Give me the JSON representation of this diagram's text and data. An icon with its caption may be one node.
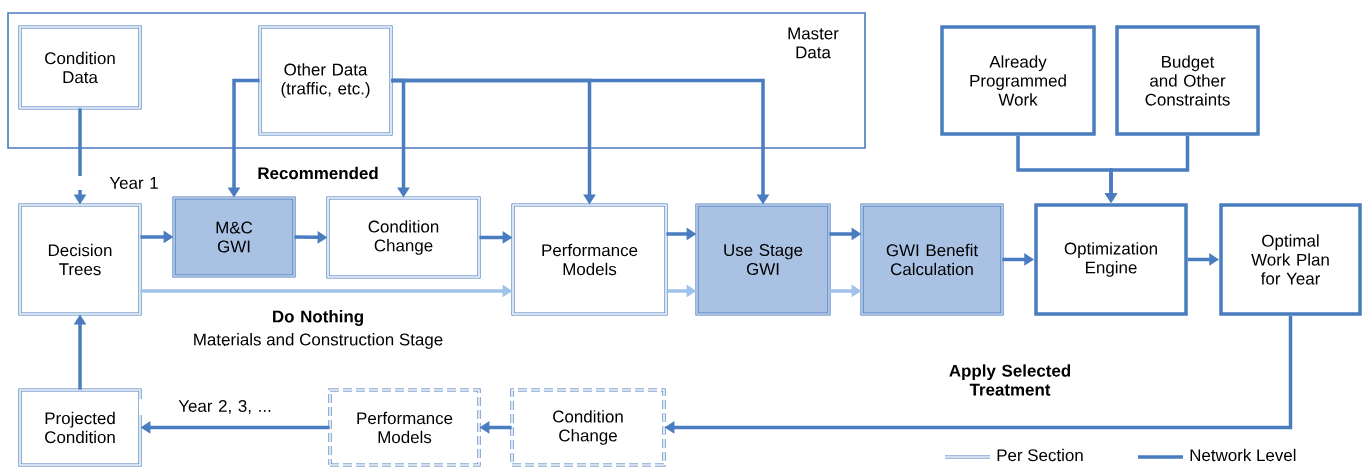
{
  "diagram": {
    "nodes": [
      {
        "text": [
          "Master Data"
        ]
      },
      {
        "text": [
          "Condition Data"
        ],
        "in": 0
      },
      {
        "text": [
          "Other Data (traffic, etc.)"
        ],
        "in": 0
      },
      {
        "text": [
          "Decision Trees"
        ]
      },
      {
        "text": [
          "M&C GWI"
        ]
      },
      {
        "text": [
          "Condition Change"
        ]
      },
      {
        "text": [
          "Performance Models"
        ]
      },
      {
        "text": [
          "Use Stage GWI"
        ]
      },
      {
        "text": [
          "GWI Benefit Calculation"
        ]
      },
      {
        "text": [
          "Already Programmed Work"
        ]
      },
      {
        "text": [
          "Budget and Other Constraints"
        ]
      },
      {
        "text": [
          "Optimization Engine"
        ]
      },
      {
        "text": [
          "Optimal Work Plan for Year"
        ]
      },
      {
        "text": [
          "Projected Condition"
        ]
      },
      {
        "text": [
          "Performance Models"
        ]
      },
      {
        "text": [
          "Condition Change"
        ]
      }
    ],
    "edges": [
      {
        "from": 1,
        "to": 3,
        "arrow": "to",
        "label": "Year 1"
      },
      {
        "from": 2,
        "to": 4,
        "arrow": "to"
      },
      {
        "from": 2,
        "to": 5,
        "arrow": "to"
      },
      {
        "from": 2,
        "to": 6,
        "arrow": "to"
      },
      {
        "from": 2,
        "to": 7,
        "arrow": "to"
      },
      {
        "from": 3,
        "to": 4,
        "arrow": "to"
      },
      {
        "from": 4,
        "to": 5,
        "arrow": "to"
      },
      {
        "from": 5,
        "to": 6,
        "arrow": "to"
      },
      {
        "from": 3,
        "to": 6,
        "arrow": "to",
        "color": "#9fc3ea",
        "label": "Do Nothing"
      },
      {
        "from": 6,
        "to": 7,
        "arrow": "to"
      },
      {
        "from": 6,
        "to": 7,
        "arrow": "to",
        "color": "#9fc3ea"
      },
      {
        "from": 7,
        "to": 8,
        "arrow": "to"
      },
      {
        "from": 7,
        "to": 8,
        "arrow": "to",
        "color": "#9fc3ea"
      },
      {
        "from": 8,
        "to": 11,
        "arrow": "to"
      },
      {
        "from": 9,
        "to": 11,
        "arrow": "to"
      },
      {
        "from": 10,
        "to": 11,
        "arrow": "to"
      },
      {
        "from": 11,
        "to": 12,
        "arrow": "to"
      },
      {
        "from": 12,
        "to": 15,
        "arrow": "to",
        "label": "Apply Selected Treatment"
      },
      {
        "from": 15,
        "to": 14,
        "arrow": "to"
      },
      {
        "from": 14,
        "to": 13,
        "arrow": "to",
        "label": "Year 2, 3, ..."
      },
      {
        "from": 13,
        "to": 3,
        "arrow": "to"
      }
    ],
    "labels": [
      "Recommended",
      "Materials and Construction Stage"
    ],
    "legend": [
      {
        "text": "Per Section"
      },
      {
        "text": "Network Level"
      }
    ]
  }
}
